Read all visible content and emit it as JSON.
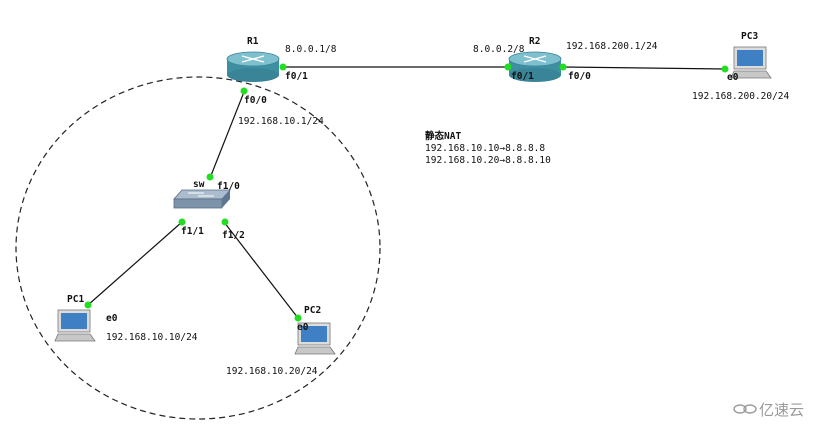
{
  "devices": {
    "r1": {
      "name": "R1"
    },
    "r2": {
      "name": "R2"
    },
    "sw": {
      "name": "sw"
    },
    "pc1": {
      "name": "PC1"
    },
    "pc2": {
      "name": "PC2"
    },
    "pc3": {
      "name": "PC3"
    }
  },
  "interfaces": {
    "r1_f01": "f0/1",
    "r1_f00": "f0/0",
    "r2_f01": "f0/1",
    "r2_f00": "f0/0",
    "sw_f10": "f1/0",
    "sw_f11": "f1/1",
    "sw_f12": "f1/2",
    "pc1_e0": "e0",
    "pc2_e0": "e0",
    "pc3_e0": "e0"
  },
  "addresses": {
    "r1_wan": "8.0.0.1/8",
    "r2_wan": "8.0.0.2/8",
    "r2_lan": "192.168.200.1/24",
    "pc3": "192.168.200.20/24",
    "r1_lan": "192.168.10.1/24",
    "pc1": "192.168.10.10/24",
    "pc2": "192.168.10.20/24"
  },
  "nat_note": {
    "title": "静态NAT",
    "lines": [
      "192.168.10.10→8.8.8.8",
      "192.168.10.20→8.8.8.10"
    ]
  },
  "watermark": "亿速云",
  "colors": {
    "link": "#111111",
    "port_dot": "#22dd22",
    "router_body": "#3f8fa3",
    "router_top": "#6fb6c6",
    "switch_body": "#7d93aa",
    "screen": "#3f7fc3"
  }
}
